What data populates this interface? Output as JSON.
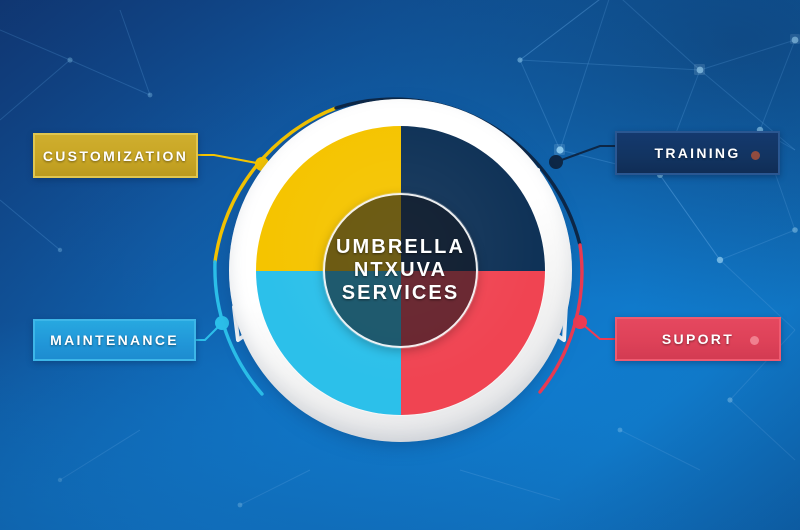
{
  "title": "Umbrella Ntxuva Services wheel diagram",
  "center": {
    "text": "UMBRELLA\nNTXUVA\nSERVICES",
    "line1": "UMBRELLA",
    "line2": "NTXUVA",
    "line3": "SERVICES"
  },
  "labels": {
    "customization": "CUSTOMIZATION",
    "maintenance": "MAINTENANCE",
    "training": "TRAINING",
    "suport": "SUPORT"
  },
  "quadrants": [
    {
      "name": "customization",
      "position": "top-left",
      "color": "#f5c400"
    },
    {
      "name": "training",
      "position": "top-right",
      "color": "#0f3257"
    },
    {
      "name": "maintenance",
      "position": "bottom-left",
      "color": "#2cc0ea"
    },
    {
      "name": "suport",
      "position": "bottom-right",
      "color": "#f04452"
    }
  ],
  "colors": {
    "background_dark": "#123a78",
    "background_light": "#1281d6",
    "ring": "#ffffff",
    "hub_overlay": "rgba(18,20,26,0.60)",
    "yellow": "#f5c400",
    "navy": "#0f3257",
    "cyan": "#2cc0ea",
    "red": "#f04452",
    "label_gold": "#c8a625",
    "label_cyan": "#2196d8",
    "label_navy": "#123461",
    "label_red": "#dd4158"
  },
  "arcs": [
    {
      "name": "customization-arc",
      "color": "#f5c400"
    },
    {
      "name": "training-arc",
      "color": "#0d2746"
    },
    {
      "name": "maintenance-arc",
      "color": "#2cc0ea"
    },
    {
      "name": "suport-arc",
      "color": "#ef3b52"
    }
  ],
  "markers": {
    "top_arrow": "arrow-up",
    "left_arrow": "arrow-left",
    "right_arrow": "arrow-right",
    "suport_arrow": "arrow-right-filled"
  }
}
